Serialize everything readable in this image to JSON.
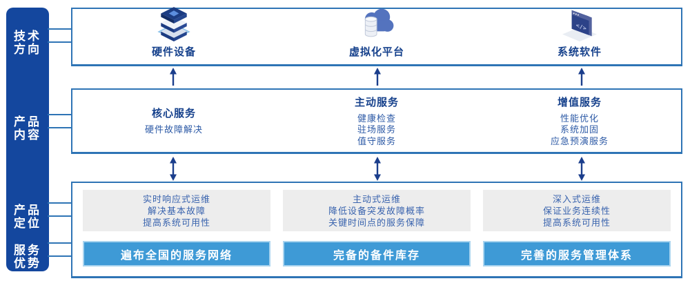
{
  "sidebar": {
    "items": [
      {
        "line1": "技术",
        "line2": "方向"
      },
      {
        "line1": "产品",
        "line2": "内容"
      },
      {
        "line1": "产品",
        "line2": "定位"
      },
      {
        "line1": "服务",
        "line2": "优势"
      }
    ]
  },
  "tech_row": {
    "items": [
      {
        "icon": "server-stack",
        "label": "硬件设备"
      },
      {
        "icon": "cloud-database",
        "label": "虚拟化平台"
      },
      {
        "icon": "code-window",
        "label": "系统软件"
      }
    ]
  },
  "content_row": {
    "columns": [
      {
        "title": "核心服务",
        "items": [
          "硬件故障解决"
        ]
      },
      {
        "title": "主动服务",
        "items": [
          "健康检查",
          "驻场服务",
          "值守服务"
        ]
      },
      {
        "title": "增值服务",
        "items": [
          "性能优化",
          "系统加固",
          "应急预演服务"
        ]
      }
    ]
  },
  "position_row": {
    "columns": [
      {
        "lines": [
          "实时响应式运维",
          "解决基本故障",
          "提高系统可用性"
        ],
        "advantage": "遍布全国的服务网络"
      },
      {
        "lines": [
          "主动式运维",
          "降低设备突发故障概率",
          "关键时间点的服务保障"
        ],
        "advantage": "完备的备件库存"
      },
      {
        "lines": [
          "深入式运维",
          "保证业务连续性",
          "提高系统可用性"
        ],
        "advantage": "完善的服务管理体系"
      }
    ]
  },
  "colors": {
    "sidebar_blue": "#14479e",
    "box_border_blue": "#2e74b5",
    "navy_text": "#16418c",
    "sub_text_blue": "#2d5aa6",
    "gray_box": "#ededed",
    "advantage_bar_blue": "#3e9ad6",
    "advantage_bar_halo": "#a9d4ef",
    "arrow_navy": "#1b3e8c"
  }
}
